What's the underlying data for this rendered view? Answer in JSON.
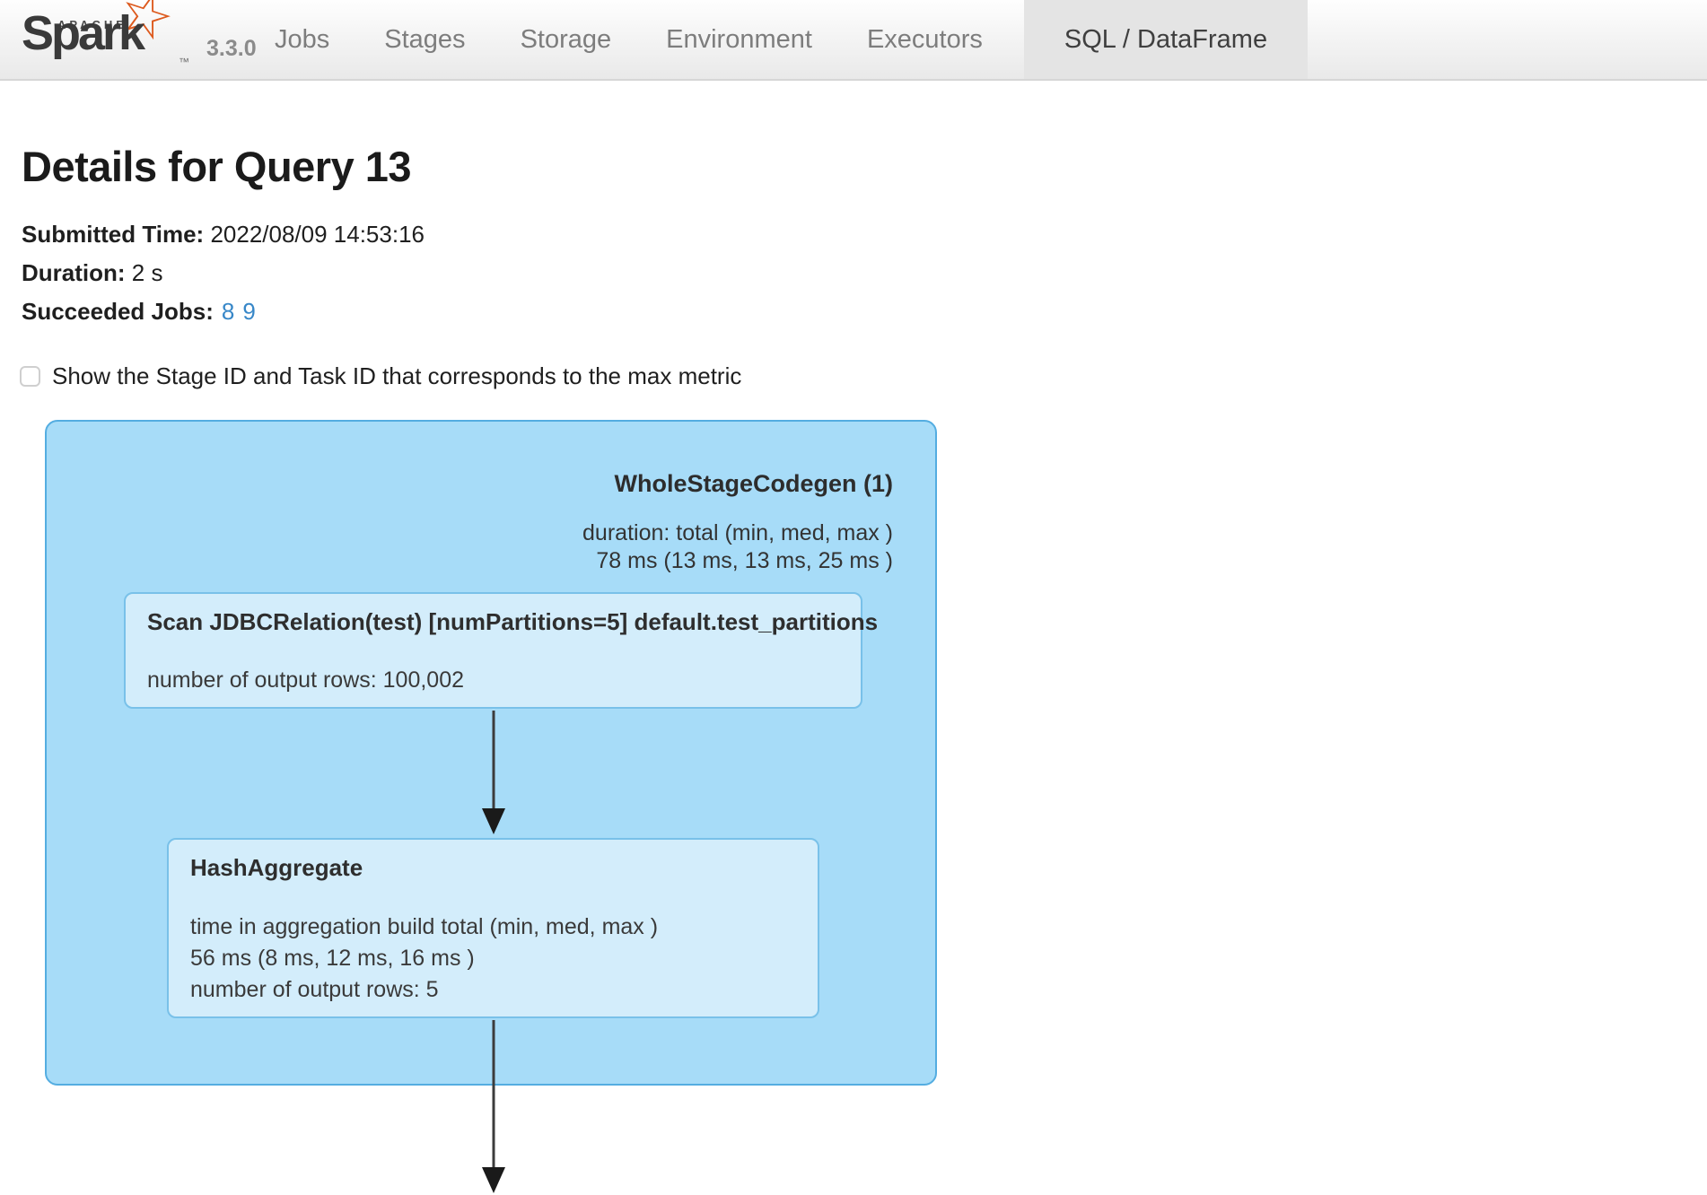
{
  "navbar": {
    "logo": {
      "apache_label": "APACHE",
      "name": "Spark",
      "tm": "™",
      "version": "3.3.0"
    },
    "links": [
      "Jobs",
      "Stages",
      "Storage",
      "Environment",
      "Executors"
    ],
    "active_tab": "SQL / DataFrame"
  },
  "query_details": {
    "title": "Details for Query 13",
    "submitted_time_label": "Submitted Time:",
    "submitted_time": "2022/08/09 14:53:16",
    "duration_label": "Duration:",
    "duration": "2 s",
    "succeeded_jobs_label": "Succeeded Jobs:",
    "succeeded_jobs": [
      "8",
      "9"
    ],
    "max_metric_checkbox_label": "Show the Stage ID and Task ID that corresponds to the max metric",
    "max_metric_checkbox_checked": false
  },
  "plan_graph": {
    "cluster": {
      "title": "WholeStageCodegen (1)",
      "metric_label": "duration: total (min, med, max )",
      "metric_value": "78 ms (13 ms, 13 ms, 25 ms )"
    },
    "nodes": [
      {
        "name": "Scan JDBCRelation(test) [numPartitions=5] default.test_partitions",
        "metrics": [
          "number of output rows: 100,002"
        ]
      },
      {
        "name": "HashAggregate",
        "metrics": [
          "time in aggregation build total (min, med, max )",
          "56 ms (8 ms, 12 ms, 16 ms )",
          "number of output rows: 5"
        ]
      }
    ]
  },
  "colors": {
    "cluster_fill": "#a7dcf8",
    "cluster_border": "#54ade1",
    "node_fill": "#d3edfb",
    "node_border": "#79c1e9",
    "link_blue": "#3787c8",
    "spark_orange": "#dd5a1e",
    "active_tab_bg": "#e4e4e4"
  }
}
